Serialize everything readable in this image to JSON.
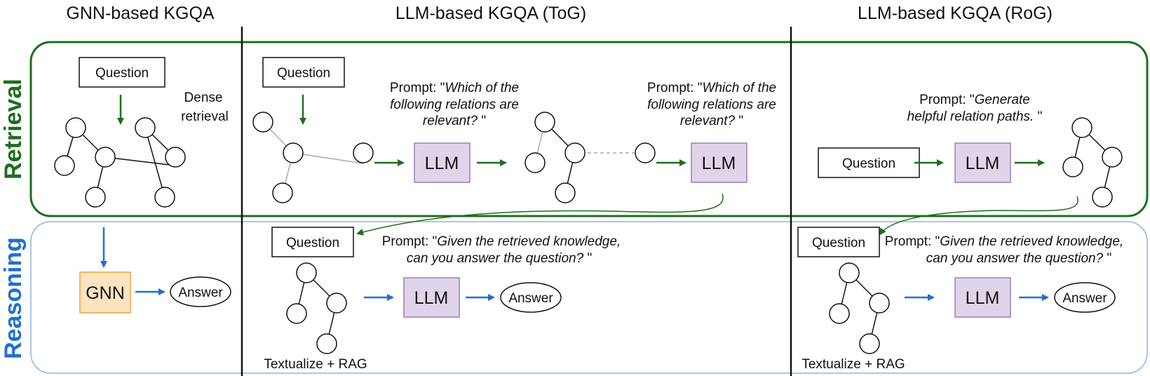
{
  "columns": {
    "gnn_title": "GNN-based KGQA",
    "tog_title": "LLM-based KGQA (ToG)",
    "rog_title": "LLM-based KGQA (RoG)"
  },
  "rows": {
    "retrieval_label": "Retrieval",
    "reasoning_label": "Reasoning"
  },
  "colors": {
    "retrieval": "#1e6e1e",
    "reasoning": "#1f6fd1",
    "reasoning_border": "#8fb6dd",
    "llm_fill": "#e0d4ea",
    "llm_stroke": "#9b7fb5",
    "gnn_fill": "#fde3c0",
    "gnn_stroke": "#e3a748"
  },
  "gnn": {
    "question": "Question",
    "dense_retrieval": [
      "Dense",
      "retrieval"
    ],
    "gnn_label": "GNN",
    "answer": "Answer"
  },
  "tog": {
    "question": "Question",
    "prompt_prefix": "Prompt: \"",
    "prompt_1_lines": [
      "Which of the",
      "following relations are",
      "relevant?"
    ],
    "prompt_2_lines": [
      "Which of the",
      "following relations are",
      "relevant?"
    ],
    "close_quote": " \"",
    "llm": "LLM",
    "reason_question": "Question",
    "reason_prompt_lines": [
      "Given the retrieved knowledge,",
      "can you answer the question?"
    ],
    "answer": "Answer",
    "textualize": "Textualize + RAG"
  },
  "rog": {
    "question": "Question",
    "prompt_prefix": "Prompt: \"",
    "prompt_lines": [
      "Generate",
      "helpful relation paths."
    ],
    "close_quote": " \"",
    "llm": "LLM",
    "reason_question": "Question",
    "reason_prompt_lines": [
      "Given the retrieved knowledge,",
      "can you answer the question?"
    ],
    "answer": "Answer",
    "textualize": "Textualize + RAG"
  }
}
